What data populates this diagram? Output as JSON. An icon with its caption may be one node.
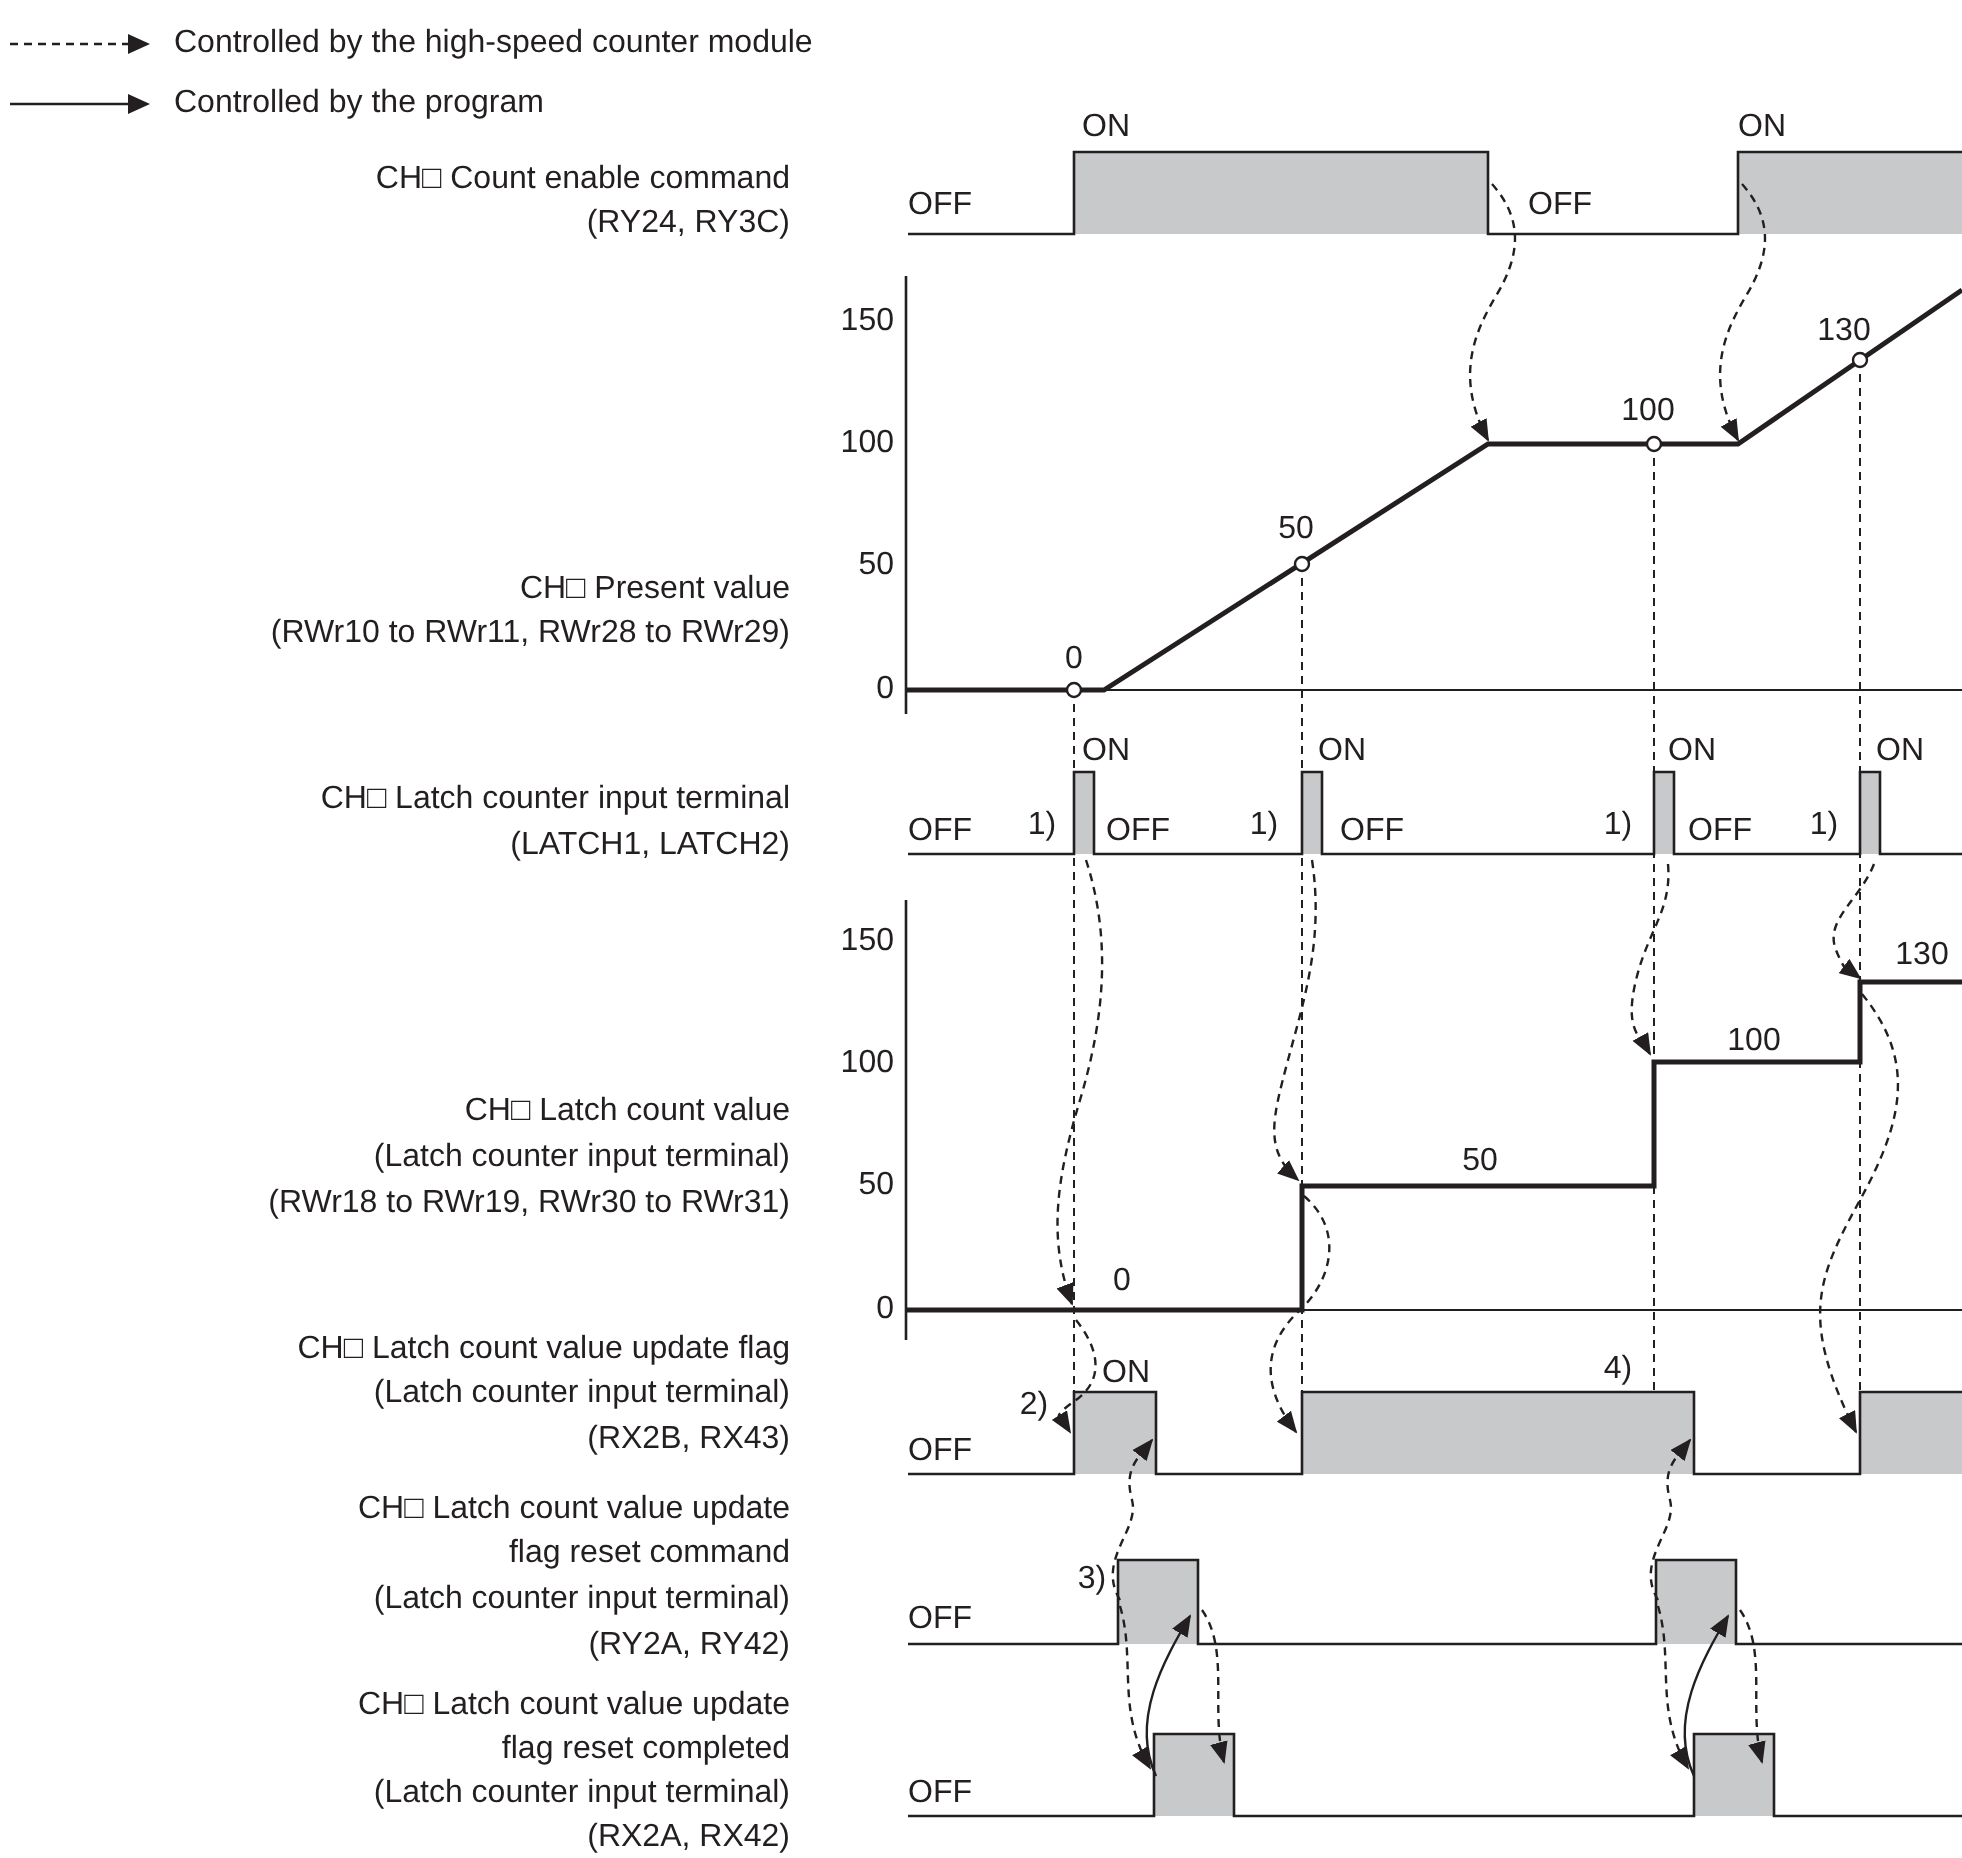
{
  "diagram": {
    "labels": [
      "CH□ Count enable command",
      "(RY24, RY3C)",
      "ON",
      "OFF",
      "OFF",
      "ON",
      "150",
      "100",
      "50",
      "0",
      "CH□ Present value",
      "(RWr10 to RWr11, RWr28 to RWr29)",
      "0",
      "50",
      "100",
      "130",
      "CH□ Latch counter input terminal",
      "(LATCH1, LATCH2)",
      "ON",
      "ON",
      "ON",
      "ON",
      "OFF",
      "1)",
      "OFF",
      "1)",
      "OFF",
      "1)",
      "OFF",
      "1)",
      "CH□ Latch count value",
      "(Latch counter input terminal)",
      "(RWr18 to RWr19, RWr30 to RWr31)",
      "150",
      "100",
      "50",
      "0",
      "130",
      "100",
      "50",
      "0",
      "CH□ Latch count value update flag",
      "(Latch counter input terminal)",
      "(RX2B, RX43)",
      "ON",
      "4)",
      "2)",
      "OFF",
      "CH□ Latch count value update",
      "flag reset command",
      "(Latch counter input terminal)",
      "(RY2A, RY42)",
      "3)",
      "OFF",
      "CH□ Latch count value update",
      "flag reset completed",
      "(Latch counter input terminal)",
      "(RX2A, RX42)",
      "OFF"
    ],
    "legend": [
      {
        "text": "Controlled by the high-speed counter module"
      },
      {
        "text": "Controlled by the program"
      }
    ]
  }
}
